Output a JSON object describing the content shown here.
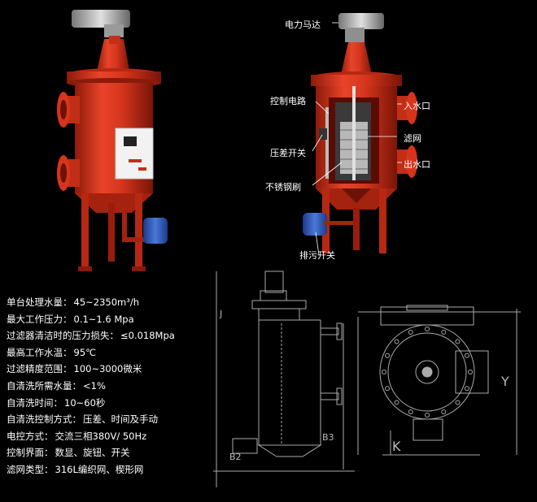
{
  "labels": {
    "motor": "电力马达",
    "control_circuit": "控制电路",
    "inlet": "入水口",
    "filter_screen": "滤网",
    "dp_switch": "压差开关",
    "outlet": "出水口",
    "brush": "不锈钢刷",
    "drain_valve": "排污开关"
  },
  "specs": [
    {
      "label": "单台处理水量：",
      "value": "45~2350m³/h"
    },
    {
      "label": "最大工作压力：",
      "value": "0.1~1.6 Mpa"
    },
    {
      "label": "过滤器清洁时的压力损失：",
      "value": "≤0.018Mpa"
    },
    {
      "label": "最高工作水温：",
      "value": "95℃"
    },
    {
      "label": "过滤精度范围：",
      "value": "100~3000微米"
    },
    {
      "label": "自清洗所需水量：",
      "value": "<1%"
    },
    {
      "label": "自清洗时间：",
      "value": "10~60秒"
    },
    {
      "label": "自清洗控制方式：",
      "value": "压差、时间及手动"
    },
    {
      "label": "电控方式：",
      "value": "交流三相380V/ 50Hz"
    },
    {
      "label": "控制界面：",
      "value": "数显、旋钮、开关"
    },
    {
      "label": "滤网类型：",
      "value": "316L编织网、楔形网"
    }
  ],
  "dims": {
    "j": "J",
    "b3": "B3",
    "b2": "B2",
    "y": "Y",
    "k": "K"
  },
  "colors": {
    "body": "#d8341c",
    "body_dark": "#9e1e0c",
    "valve": "#2f56b8",
    "motor": "#b9b9b9",
    "bg": "#000000"
  }
}
